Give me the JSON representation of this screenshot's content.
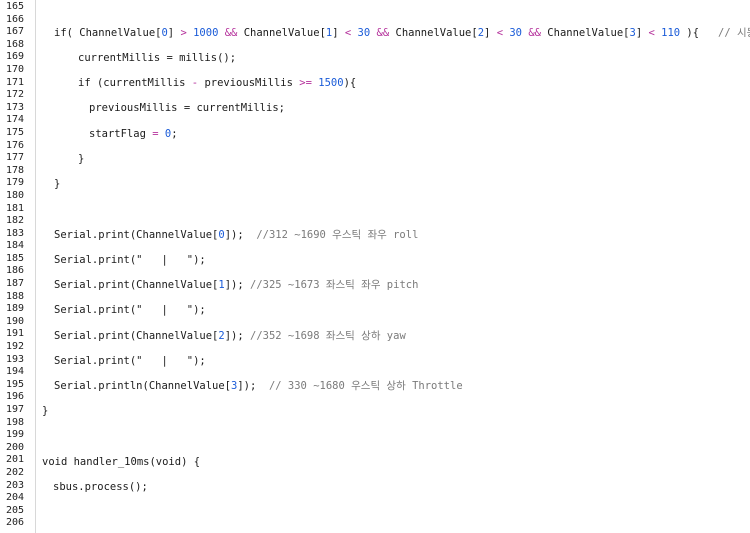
{
  "line_numbers": [
    "165",
    "166",
    "167",
    "168",
    "169",
    "170",
    "171",
    "172",
    "173",
    "174",
    "175",
    "176",
    "177",
    "178",
    "179",
    "180",
    "181",
    "182",
    "183",
    "184",
    "185",
    "186",
    "187",
    "188",
    "189",
    "190",
    "191",
    "192",
    "193",
    "194",
    "195",
    "196",
    "197",
    "198",
    "199",
    "200",
    "201",
    "202",
    "203",
    "204",
    "205",
    "206"
  ],
  "code": {
    "l167": {
      "a": "if( ChannelValue[",
      "n0": "0",
      "b": "] ",
      "op1": ">",
      "sp1": " ",
      "n1000": "1000",
      "sp2": " ",
      "and1": "&&",
      "c": " ChannelValue[",
      "n1": "1",
      "d": "] ",
      "op2": "<",
      "sp3": " ",
      "n30a": "30",
      "sp4": " ",
      "and2": "&&",
      "e": " ChannelValue[",
      "n2": "2",
      "f": "] ",
      "op3": "<",
      "sp5": " ",
      "n30b": "30",
      "sp6": " ",
      "and3": "&&",
      "g": " ChannelValue[",
      "n3": "3",
      "h": "] ",
      "op4": "<",
      "sp7": " ",
      "n110": "110",
      "i": " ){   ",
      "comment": "// 시동 꿀때"
    },
    "l169": "currentMillis = millis();",
    "l171": {
      "a": "if (currentMillis ",
      "op": "-",
      "b": " previousMillis ",
      "op2": ">=",
      "sp": " ",
      "n": "1500",
      "c": "){"
    },
    "l173": "previousMillis = currentMillis;",
    "l175": {
      "a": "startFlag ",
      "op": "=",
      "sp": " ",
      "n": "0",
      "c": ";"
    },
    "l177": "}",
    "l179": "}",
    "l183": {
      "a": "Serial.print(ChannelValue[",
      "n": "0",
      "b": "]);  ",
      "comment": "//312 ~1690 우스틱 좌우 roll"
    },
    "l185": "Serial.print(\"   |   \");",
    "l187": {
      "a": "Serial.print(ChannelValue[",
      "n": "1",
      "b": "]); ",
      "comment": "//325 ~1673 좌스틱 좌우 pitch"
    },
    "l189": "Serial.print(\"   |   \");",
    "l191": {
      "a": "Serial.print(ChannelValue[",
      "n": "2",
      "b": "]); ",
      "comment": "//352 ~1698 좌스틱 상하 yaw"
    },
    "l193": "Serial.print(\"   |   \");",
    "l195": {
      "a": "Serial.println(ChannelValue[",
      "n": "3",
      "b": "]);  ",
      "comment": "// 330 ~1680 우스틱 상하 Throttle"
    },
    "l197": "}",
    "l201": "void handler_10ms(void) {",
    "l203": "sbus.process();"
  }
}
